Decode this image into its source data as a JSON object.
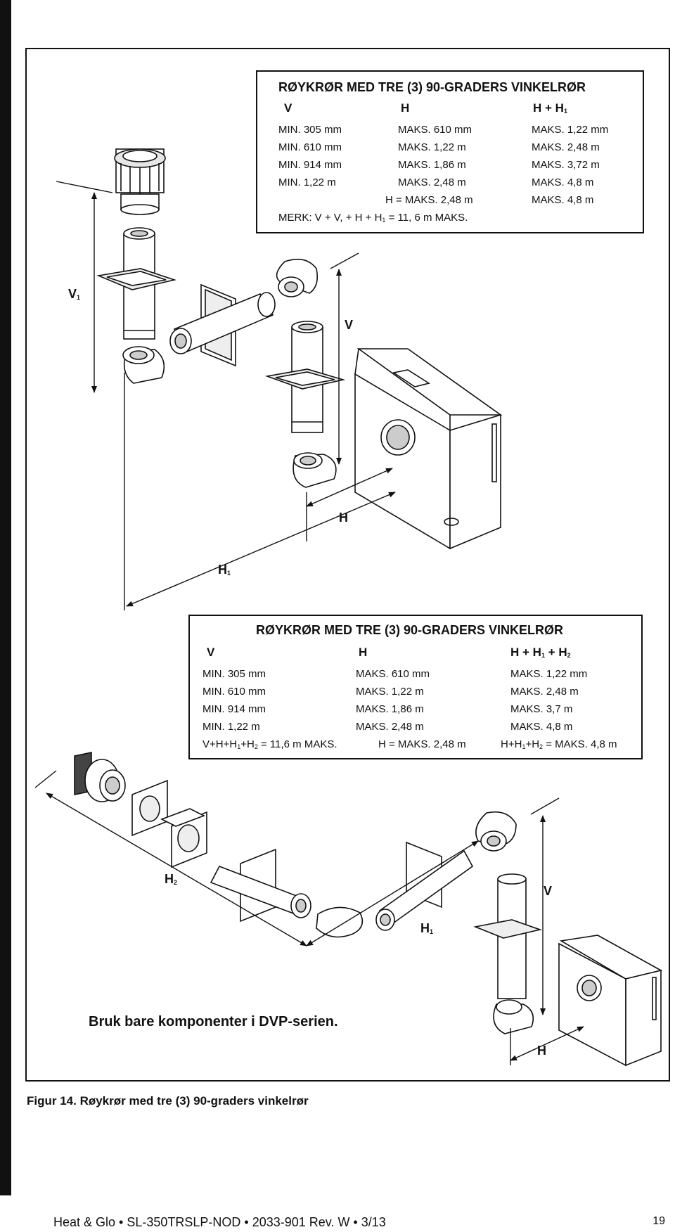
{
  "figure_top": {
    "title": "RØYKRØR MED TRE (3) 90-GRADERS VINKELRØR",
    "col_v": "V",
    "col_h": "H",
    "col_hh_main": "H + H",
    "col_hh_sub": "1",
    "rows": [
      [
        "MIN. 305 mm",
        "MAKS.  610 mm",
        "MAKS.  1,22 mm"
      ],
      [
        "MIN. 610 mm",
        "MAKS.  1,22 m",
        "MAKS.  2,48 m"
      ],
      [
        "MIN. 914 mm",
        "MAKS.  1,86 m",
        "MAKS.  3,72 m"
      ],
      [
        "MIN. 1,22 m",
        "MAKS.  2,48 m",
        "MAKS.  4,8 m"
      ],
      [
        "",
        "H = MAKS. 2,48 m",
        "MAKS.  4,8 m"
      ]
    ],
    "note_a": "MERK: V + V, + H + H",
    "note_sub": "1",
    "note_b": " = 11, 6 m MAKS."
  },
  "figure_bottom": {
    "title": "RØYKRØR MED TRE (3) 90-GRADERS VINKELRØR",
    "col_v": "V",
    "col_h": "H",
    "col_hh_a": "H + H",
    "col_hh_sub1": "1",
    "col_hh_b": " + H",
    "col_hh_sub2": "2",
    "rows": [
      [
        "MIN. 305 mm",
        "MAKS.  610 mm",
        "MAKS.  1,22 mm"
      ],
      [
        "MIN. 610 mm",
        "MAKS.  1,22 m",
        "MAKS.  2,48 m"
      ],
      [
        "MIN. 914 mm",
        "MAKS.  1,86 m",
        "MAKS.  3,7 m"
      ],
      [
        "MIN. 1,22 m",
        "MAKS.  2,48 m",
        "MAKS.  4,8 m"
      ]
    ],
    "last_v_a": "V+H+H",
    "last_v_s1": "1",
    "last_v_b": "+H",
    "last_v_s2": "2",
    "last_v_c": " = 11,6 m MAKS.",
    "last_h": "H = MAKS. 2,48 m",
    "last_hh_a": "H+H",
    "last_hh_s1": "1",
    "last_hh_b": "+H",
    "last_hh_s2": "2",
    "last_hh_c": " = MAKS. 4,8 m"
  },
  "labels": {
    "v1_main": "V",
    "v1_sub": "1",
    "v_top": "V",
    "h_top": "H",
    "h1_top_main": "H",
    "h1_top_sub": "1",
    "h2_main": "H",
    "h2_sub": "2",
    "h1_bot_main": "H",
    "h1_bot_sub": "1",
    "v_bot": "V",
    "h_bot": "H"
  },
  "note": "Bruk bare komponenter i DVP-serien.",
  "caption": "Figur 14.  Røykrør med tre (3) 90-graders vinkelrør",
  "footer": "Heat & Glo  •  SL-350TRSLP-NOD  •  2033-901 Rev. W  •  3/13",
  "page_number": "19"
}
